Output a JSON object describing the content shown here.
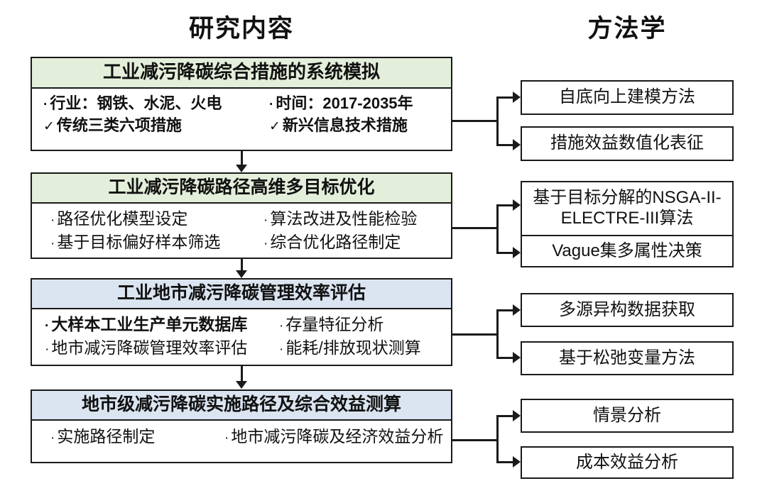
{
  "headers": {
    "left": "研究内容",
    "right": "方法学"
  },
  "blocks": [
    {
      "title": "工业减污降碳综合措施的系统模拟",
      "header_color": "#e3efda",
      "rows": [
        [
          {
            "mark": "·",
            "text": "行业：钢铁、水泥、火电",
            "bold": true
          },
          {
            "mark": "·",
            "text": "时间：2017-2035年",
            "bold": true
          }
        ],
        [
          {
            "mark": "✓",
            "text": "传统三类六项措施",
            "bold": true
          },
          {
            "mark": "✓",
            "text": "新兴信息技术措施",
            "bold": true
          }
        ]
      ]
    },
    {
      "title": "工业减污降碳路径高维多目标优化",
      "header_color": "#e3efda",
      "rows": [
        [
          {
            "mark": "·",
            "text": "路径优化模型设定",
            "bold": false
          },
          {
            "mark": "·",
            "text": "算法改进及性能检验",
            "bold": false
          }
        ],
        [
          {
            "mark": "·",
            "text": "基于目标偏好样本筛选",
            "bold": false
          },
          {
            "mark": "·",
            "text": "综合优化路径制定",
            "bold": false
          }
        ]
      ]
    },
    {
      "title": "工业地市减污降碳管理效率评估",
      "header_color": "#dbe5f1",
      "rows": [
        [
          {
            "mark": "·",
            "text": "大样本工业生产单元数据库",
            "bold": true
          },
          {
            "mark": "·",
            "text": "存量特征分析",
            "bold": false
          }
        ],
        [
          {
            "mark": "·",
            "text": "地市减污降碳管理效率评估",
            "bold": false
          },
          {
            "mark": "·",
            "text": "能耗/排放现状测算",
            "bold": false
          }
        ]
      ]
    },
    {
      "title": "地市级减污降碳实施路径及综合效益测算",
      "header_color": "#dbe5f1",
      "rows": [
        [
          {
            "mark": "·",
            "text": "实施路径制定",
            "bold": false
          },
          {
            "mark": "·",
            "text": "地市减污降碳及经济效益分析",
            "bold": false
          }
        ]
      ]
    }
  ],
  "methods": [
    {
      "label": "自底向上建模方法"
    },
    {
      "label": "措施效益数值化表征"
    },
    {
      "label": "基于目标分解的NSGA-II-ELECTRE-III算法"
    },
    {
      "label": "Vague集多属性决策"
    },
    {
      "label": "多源异构数据获取"
    },
    {
      "label": "基于松弛变量方法"
    },
    {
      "label": "情景分析"
    },
    {
      "label": "成本效益分析"
    }
  ],
  "colors": {
    "green_header": "#e3efda",
    "blue_header": "#dbe5f1",
    "line": "#1a1a1a",
    "background": "#ffffff"
  }
}
